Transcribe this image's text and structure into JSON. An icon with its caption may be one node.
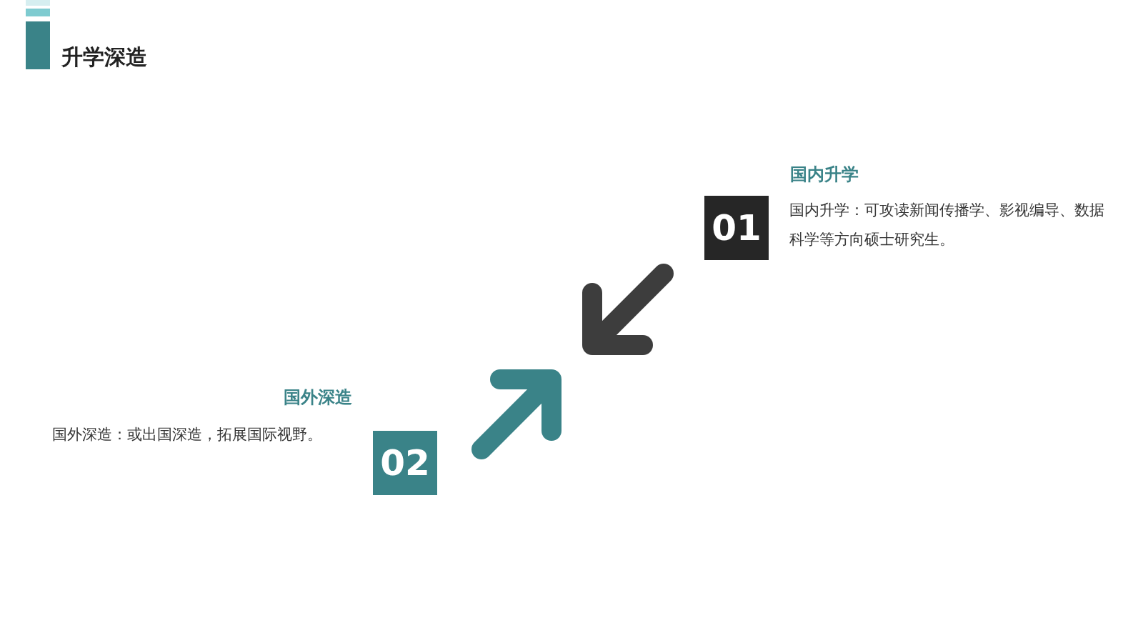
{
  "diagram": {
    "title": "升学深造",
    "nodes": [
      {
        "text": [
          "01"
        ],
        "beside": [
          "国内升学",
          "国内升学：可攻读新闻传播学、影视编导、数据科学等方向硕士研究生。"
        ]
      },
      {
        "text": [
          "02"
        ],
        "beside": [
          "国外深造",
          "国外深造：或出国深造，拓展国际视野。"
        ]
      }
    ],
    "edges": []
  }
}
